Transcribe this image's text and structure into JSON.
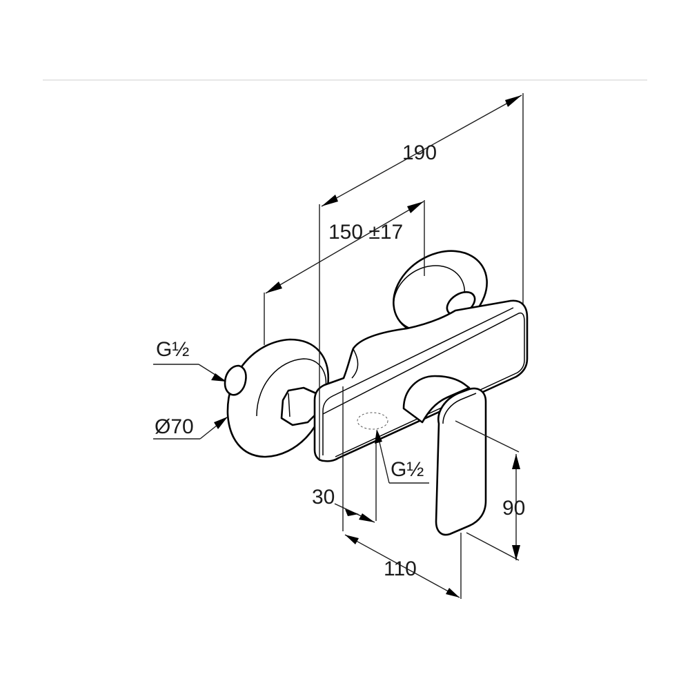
{
  "dimensions": {
    "overall_depth": "190",
    "inlet_spacing": "150 ±17",
    "inlet_thread_left": "G½",
    "rosette_diameter": "Ø70",
    "outlet_thread": "G½",
    "outlet_offset": "30",
    "spout_depth": "110",
    "lever_height": "90"
  },
  "colors": {
    "line": "#1a1a1a",
    "separator": "#e6e6e6"
  }
}
